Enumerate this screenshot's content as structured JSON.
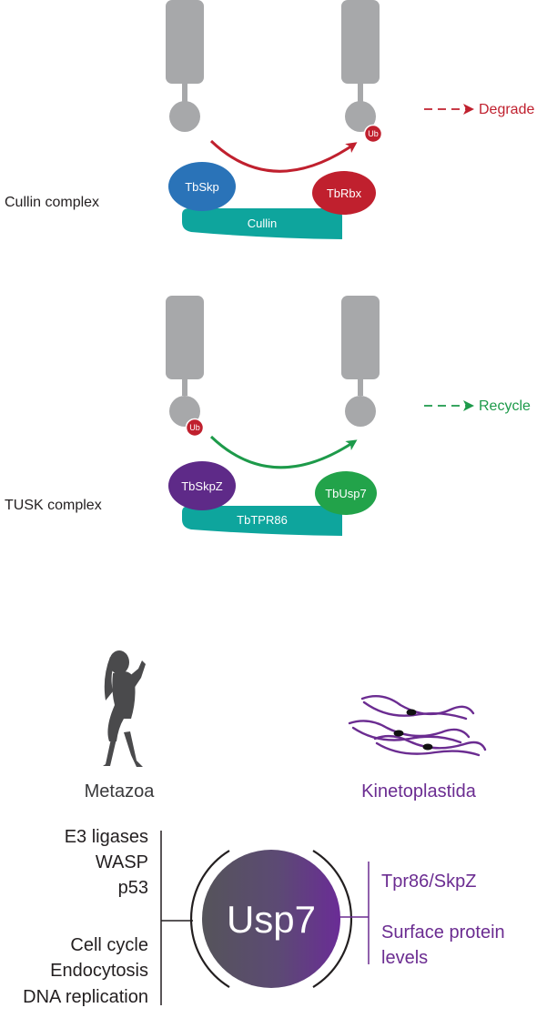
{
  "cullin": {
    "label": "Cullin complex",
    "skp": "TbSkp",
    "rbx": "TbRbx",
    "scaffold": "Cullin",
    "ub": "Ub",
    "outcome": "Degrade"
  },
  "tusk": {
    "label": "TUSK complex",
    "skpz": "TbSkpZ",
    "usp7": "TbUsp7",
    "scaffold": "TbTPR86",
    "ub": "Ub",
    "outcome": "Recycle"
  },
  "bottom": {
    "metazoa": "Metazoa",
    "kineto": "Kinetoplastida",
    "usp7": "Usp7",
    "left_top": [
      "E3 ligases",
      "WASP",
      "p53"
    ],
    "left_bottom": [
      "Cell cycle",
      "Endocytosis",
      "DNA replication"
    ],
    "right": [
      "Tpr86/SkpZ",
      "Surface protein",
      "levels"
    ]
  },
  "colors": {
    "receptor": "#a7a8aa",
    "degrade": "#c0202e",
    "recycle": "#1d9a4a",
    "skp": "#2a73b8",
    "rbx": "#c0202e",
    "cullin": "#0ea59d",
    "skpz": "#5e2a88",
    "usp7": "#22a34a",
    "purple_text": "#6b2c91",
    "ub": "#c0202e"
  }
}
